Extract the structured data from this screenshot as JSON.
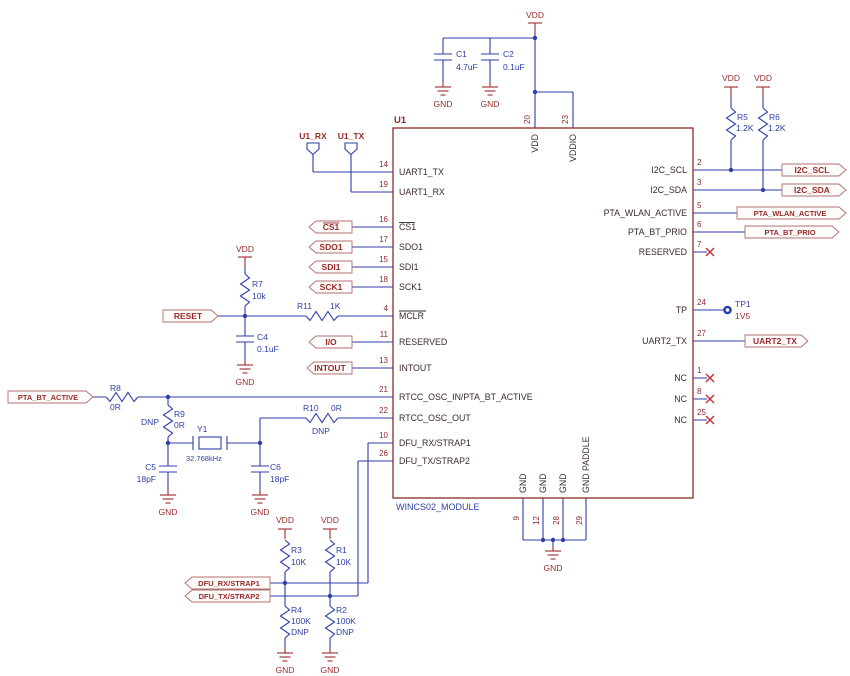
{
  "colors": {
    "wire_blue": "#2E3EA8",
    "net_red": "#9A2B2B",
    "ic_maroon": "#8B2B2B",
    "nc_red": "#C23030"
  },
  "ic": {
    "refdes": "U1",
    "part": "WINCS02_MODULE",
    "top_pins": [
      {
        "num": "20",
        "name": "VDD"
      },
      {
        "num": "23",
        "name": "VDDIO"
      }
    ],
    "bottom_pins": [
      {
        "num": "9",
        "name": "GND"
      },
      {
        "num": "12",
        "name": "GND"
      },
      {
        "num": "28",
        "name": "GND"
      },
      {
        "num": "29",
        "name": "GND PADDLE"
      }
    ],
    "left_pins": [
      {
        "num": "14",
        "name": "UART1_TX"
      },
      {
        "num": "19",
        "name": "UART1_RX"
      },
      {
        "num": "16",
        "name": "CS1"
      },
      {
        "num": "17",
        "name": "SDO1"
      },
      {
        "num": "15",
        "name": "SDI1"
      },
      {
        "num": "18",
        "name": "SCK1"
      },
      {
        "num": "4",
        "name": "MCLR"
      },
      {
        "num": "11",
        "name": "RESERVED"
      },
      {
        "num": "13",
        "name": "INTOUT"
      },
      {
        "num": "21",
        "name": "RTCC_OSC_IN/PTA_BT_ACTIVE"
      },
      {
        "num": "22",
        "name": "RTCC_OSC_OUT"
      },
      {
        "num": "10",
        "name": "DFU_RX/STRAP1"
      },
      {
        "num": "26",
        "name": "DFU_TX/STRAP2"
      }
    ],
    "right_pins": [
      {
        "num": "2",
        "name": "I2C_SCL"
      },
      {
        "num": "3",
        "name": "I2C_SDA"
      },
      {
        "num": "5",
        "name": "PTA_WLAN_ACTIVE"
      },
      {
        "num": "6",
        "name": "PTA_BT_PRIO"
      },
      {
        "num": "7",
        "name": "RESERVED"
      },
      {
        "num": "24",
        "name": "TP"
      },
      {
        "num": "27",
        "name": "UART2_TX"
      },
      {
        "num": "1",
        "name": "NC"
      },
      {
        "num": "8",
        "name": "NC"
      },
      {
        "num": "25",
        "name": "NC"
      }
    ]
  },
  "components": {
    "c1": {
      "ref": "C1",
      "value": "4.7uF"
    },
    "c2": {
      "ref": "C2",
      "value": "0.1uF"
    },
    "c4": {
      "ref": "C4",
      "value": "0.1uF"
    },
    "c5": {
      "ref": "C5",
      "value": "18pF"
    },
    "c6": {
      "ref": "C6",
      "value": "18pF"
    },
    "r1": {
      "ref": "R1",
      "value": "10K"
    },
    "r2": {
      "ref": "R2",
      "value": "100K",
      "note": "DNP"
    },
    "r3": {
      "ref": "R3",
      "value": "10K"
    },
    "r4": {
      "ref": "R4",
      "value": "100K",
      "note": "DNP"
    },
    "r5": {
      "ref": "R5",
      "value": "1.2K"
    },
    "r6": {
      "ref": "R6",
      "value": "1.2K"
    },
    "r7": {
      "ref": "R7",
      "value": "10k"
    },
    "r8": {
      "ref": "R8",
      "value": "0R"
    },
    "r9": {
      "ref": "R9",
      "value": "0R",
      "note": "DNP"
    },
    "r10": {
      "ref": "R10",
      "value": "0R",
      "note": "DNP"
    },
    "r11": {
      "ref": "R11",
      "value": "1K"
    },
    "y1": {
      "ref": "Y1",
      "value": "32.768kHz"
    },
    "tp1": {
      "ref": "TP1",
      "net": "1V5"
    }
  },
  "net_labels": {
    "u1_rx": "U1_RX",
    "u1_tx": "U1_TX",
    "reset": "RESET",
    "cs1": "CS1",
    "sdo1": "SDO1",
    "sdi1": "SDI1",
    "sck1": "SCK1",
    "io": "I/O",
    "intout": "INTOUT",
    "pta_bt_active": "PTA_BT_ACTIVE",
    "dfu_rx_strap1": "DFU_RX/STRAP1",
    "dfu_tx_strap2": "DFU_TX/STRAP2",
    "i2c_scl": "I2C_SCL",
    "i2c_sda": "I2C_SDA",
    "pta_wlan_active": "PTA_WLAN_ACTIVE",
    "pta_bt_prio": "PTA_BT_PRIO",
    "uart2_tx": "UART2_TX"
  },
  "power": {
    "vdd": "VDD",
    "gnd": "GND"
  }
}
